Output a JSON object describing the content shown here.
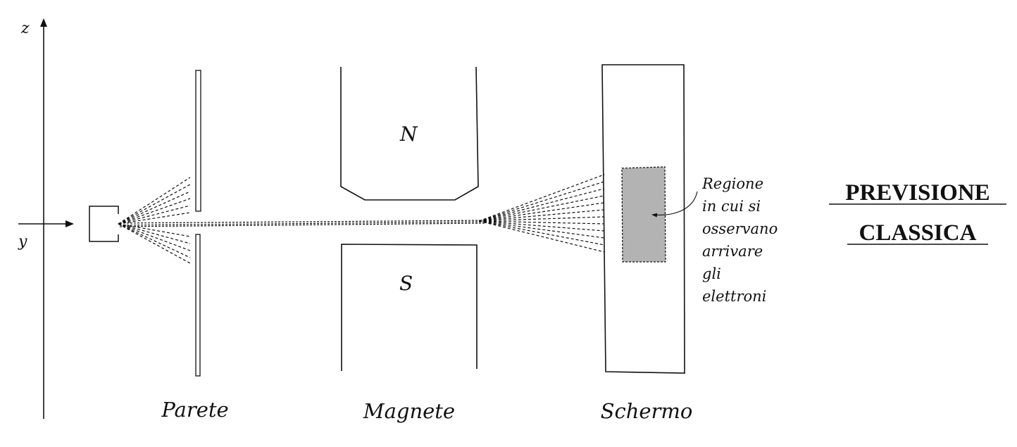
{
  "axes": {
    "z_label": "z",
    "y_label": "y"
  },
  "components": {
    "wall_label": "Parete",
    "magnet_label": "Magnete",
    "screen_label": "Schermo",
    "north_label": "N",
    "south_label": "S"
  },
  "annotation": {
    "lines": [
      "Regione",
      "in cui si",
      "osservano",
      "arrivare",
      "gli",
      "elettroni"
    ]
  },
  "title": {
    "line1": "PREVISIONE",
    "line2": "CLASSICA"
  },
  "colors": {
    "stroke": "#111111",
    "region_fill": "#b3b3b3",
    "background": "#ffffff"
  }
}
